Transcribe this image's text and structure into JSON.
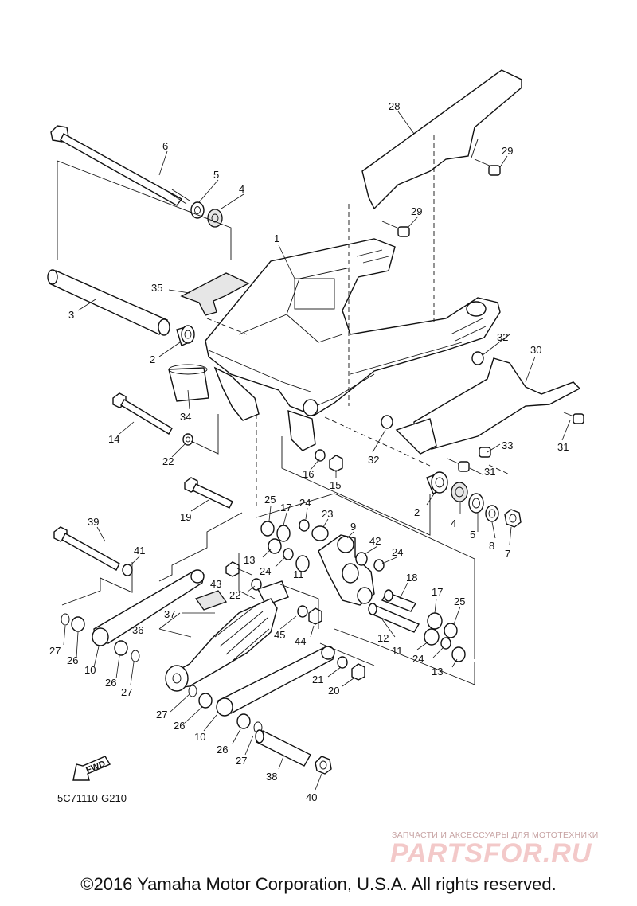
{
  "diagram_code": "5C71110-G210",
  "copyright": "©2016 Yamaha Motor Corporation, U.S.A. All rights reserved.",
  "watermark": {
    "tagline": "ЗАПЧАСТИ И АКСЕССУАРЫ ДЛЯ МОТОТЕХНИКИ",
    "brand": "PARTSFOR.RU"
  },
  "fwd_label": "FWD",
  "callouts": [
    {
      "id": "c1",
      "text": "1"
    },
    {
      "id": "c2a",
      "text": "2"
    },
    {
      "id": "c2b",
      "text": "2"
    },
    {
      "id": "c3",
      "text": "3"
    },
    {
      "id": "c4a",
      "text": "4"
    },
    {
      "id": "c4b",
      "text": "4"
    },
    {
      "id": "c5a",
      "text": "5"
    },
    {
      "id": "c5b",
      "text": "5"
    },
    {
      "id": "c6",
      "text": "6"
    },
    {
      "id": "c7",
      "text": "7"
    },
    {
      "id": "c8",
      "text": "8"
    },
    {
      "id": "c9",
      "text": "9"
    },
    {
      "id": "c10a",
      "text": "10"
    },
    {
      "id": "c10b",
      "text": "10"
    },
    {
      "id": "c11",
      "text": "11"
    },
    {
      "id": "c11b",
      "text": "11"
    },
    {
      "id": "c12",
      "text": "12"
    },
    {
      "id": "c13a",
      "text": "13"
    },
    {
      "id": "c13b",
      "text": "13"
    },
    {
      "id": "c14",
      "text": "14"
    },
    {
      "id": "c15",
      "text": "15"
    },
    {
      "id": "c16",
      "text": "16"
    },
    {
      "id": "c17a",
      "text": "17"
    },
    {
      "id": "c17b",
      "text": "17"
    },
    {
      "id": "c18",
      "text": "18"
    },
    {
      "id": "c19",
      "text": "19"
    },
    {
      "id": "c20",
      "text": "20"
    },
    {
      "id": "c21",
      "text": "21"
    },
    {
      "id": "c22a",
      "text": "22"
    },
    {
      "id": "c22b",
      "text": "22"
    },
    {
      "id": "c23",
      "text": "23"
    },
    {
      "id": "c24a",
      "text": "24"
    },
    {
      "id": "c24b",
      "text": "24"
    },
    {
      "id": "c24c",
      "text": "24"
    },
    {
      "id": "c24d",
      "text": "24"
    },
    {
      "id": "c25a",
      "text": "25"
    },
    {
      "id": "c25b",
      "text": "25"
    },
    {
      "id": "c26a",
      "text": "26"
    },
    {
      "id": "c26b",
      "text": "26"
    },
    {
      "id": "c26c",
      "text": "26"
    },
    {
      "id": "c26d",
      "text": "26"
    },
    {
      "id": "c27a",
      "text": "27"
    },
    {
      "id": "c27b",
      "text": "27"
    },
    {
      "id": "c27c",
      "text": "27"
    },
    {
      "id": "c27d",
      "text": "27"
    },
    {
      "id": "c28",
      "text": "28"
    },
    {
      "id": "c29a",
      "text": "29"
    },
    {
      "id": "c29b",
      "text": "29"
    },
    {
      "id": "c30",
      "text": "30"
    },
    {
      "id": "c31a",
      "text": "31"
    },
    {
      "id": "c31b",
      "text": "31"
    },
    {
      "id": "c32a",
      "text": "32"
    },
    {
      "id": "c32b",
      "text": "32"
    },
    {
      "id": "c33",
      "text": "33"
    },
    {
      "id": "c34",
      "text": "34"
    },
    {
      "id": "c35",
      "text": "35"
    },
    {
      "id": "c36",
      "text": "36"
    },
    {
      "id": "c37",
      "text": "37"
    },
    {
      "id": "c38",
      "text": "38"
    },
    {
      "id": "c39",
      "text": "39"
    },
    {
      "id": "c40",
      "text": "40"
    },
    {
      "id": "c41",
      "text": "41"
    },
    {
      "id": "c42",
      "text": "42"
    },
    {
      "id": "c43",
      "text": "43"
    },
    {
      "id": "c44",
      "text": "44"
    },
    {
      "id": "c45",
      "text": "45"
    }
  ]
}
